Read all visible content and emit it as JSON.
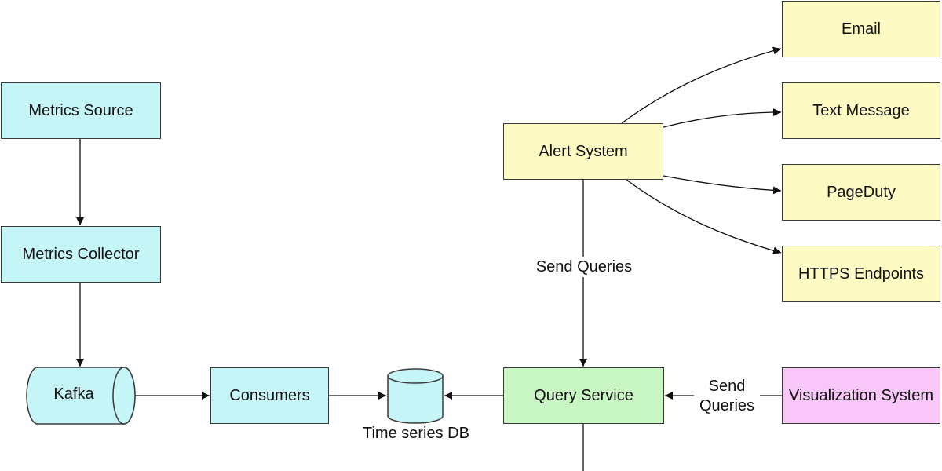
{
  "colors": {
    "blue_fill": "#c6f5f8",
    "yellow_fill": "#fdfbc3",
    "green_fill": "#c9f7c4",
    "pink_fill": "#f8c6f8",
    "stroke": "#3a3a3a"
  },
  "nodes": {
    "metrics_source": "Metrics Source",
    "metrics_collector": "Metrics Collector",
    "kafka": "Kafka",
    "consumers": "Consumers",
    "time_series_db": "Time series DB",
    "query_service": "Query Service",
    "visualization_system": "Visualization System",
    "alert_system": "Alert System",
    "email": "Email",
    "text_message": "Text Message",
    "pageduty": "PageDuty",
    "https_endpoints": "HTTPS Endpoints"
  },
  "edge_labels": {
    "alert_to_query": "Send Queries",
    "visualization_to_query": "Send Queries"
  }
}
